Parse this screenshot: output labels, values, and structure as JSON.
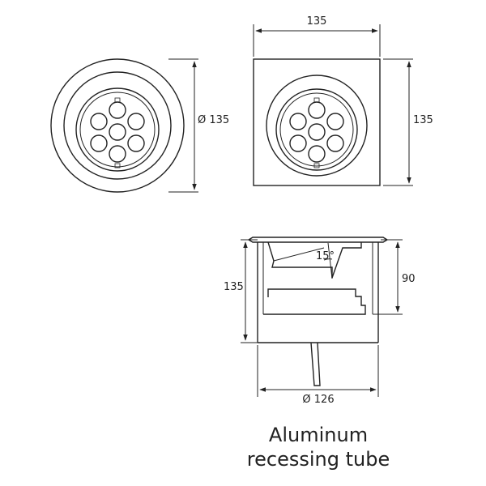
{
  "dimensions": {
    "round_diameter": "Ø 135",
    "square_width": "135",
    "square_height": "135",
    "tube_height": "135",
    "recess_depth": "90",
    "tilt_angle": "15°",
    "tube_diameter": "Ø 126"
  },
  "caption": {
    "line1": "Aluminum",
    "line2": "recessing tube"
  }
}
